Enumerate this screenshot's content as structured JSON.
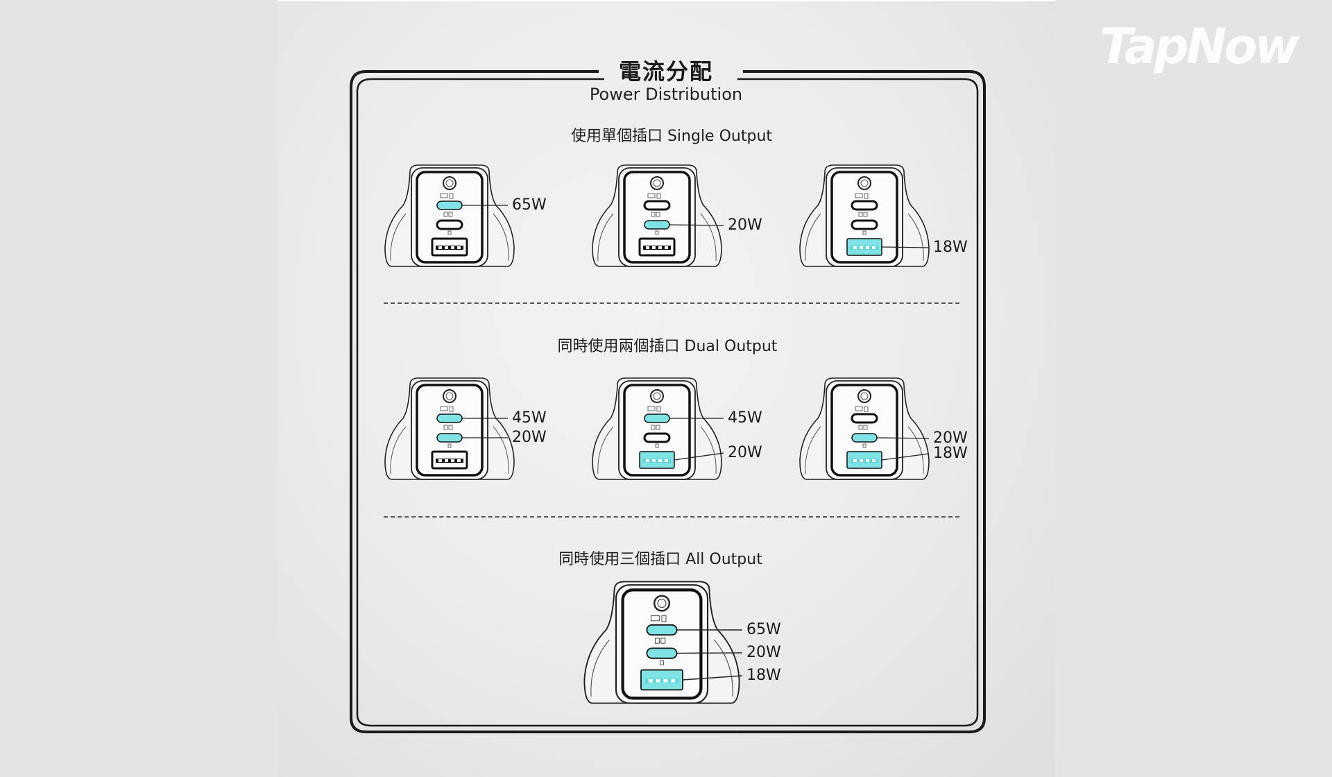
{
  "watermark": "TapNow",
  "header": {
    "title_zh": "電流分配",
    "title_en": "Power Distribution"
  },
  "sections": {
    "single": {
      "title": "使用單個插口 Single Output"
    },
    "dual": {
      "title": "同時使用兩個插口 Dual Output"
    },
    "all": {
      "title": "同時使用三個插口 All Output"
    }
  },
  "chargers": [
    {
      "id": "single-1",
      "labels": [
        "65W"
      ],
      "active": [
        true,
        false,
        false
      ]
    },
    {
      "id": "single-2",
      "labels": [
        "20W"
      ],
      "active": [
        false,
        true,
        false
      ]
    },
    {
      "id": "single-3",
      "labels": [
        "18W"
      ],
      "active": [
        false,
        false,
        true
      ]
    },
    {
      "id": "dual-1",
      "labels": [
        "45W",
        "20W"
      ],
      "active": [
        true,
        true,
        false
      ]
    },
    {
      "id": "dual-2",
      "labels": [
        "45W",
        "20W"
      ],
      "active": [
        true,
        false,
        true
      ]
    },
    {
      "id": "dual-3",
      "labels": [
        "20W",
        "18W"
      ],
      "active": [
        false,
        true,
        true
      ]
    },
    {
      "id": "all-1",
      "labels": [
        "65W",
        "20W",
        "18W"
      ],
      "active": [
        true,
        true,
        true
      ]
    }
  ],
  "colors": {
    "active_port": "#7fe3e6",
    "outline": "#1a1a1a"
  }
}
